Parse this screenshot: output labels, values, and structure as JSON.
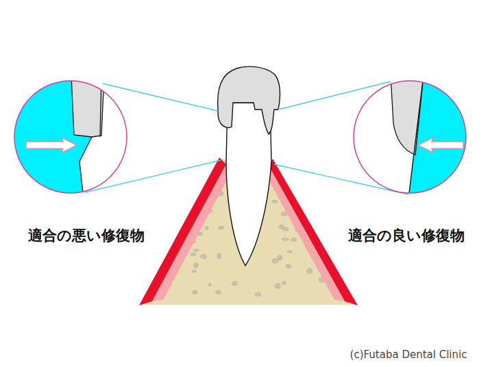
{
  "diagram": {
    "labels": [
      "適合の悪い修復物",
      "適合の良い修復物",
      "(c)Futaba Dental Clinic"
    ]
  }
}
